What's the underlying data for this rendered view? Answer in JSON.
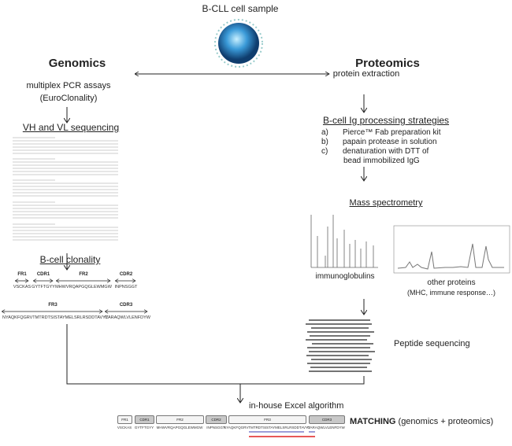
{
  "title": "B-CLL cell sample",
  "genomics": {
    "heading": "Genomics",
    "step1_line1": "multiplex PCR assays",
    "step1_line2": "(EuroClonality)",
    "step2": "VH and VL sequencing",
    "step3": "B-cell clonality",
    "regions_row1": [
      {
        "name": "FR1",
        "seq": "VSCKAS"
      },
      {
        "name": "CDR1",
        "seq": "GYTFTGYY"
      },
      {
        "name": "FR2",
        "seq": "MHWVRQAPGQGLEWMGW"
      },
      {
        "name": "CDR2",
        "seq": "INPNSGGT"
      }
    ],
    "regions_row2": [
      {
        "name": "FR3",
        "seq": "NYAQKFQGRVTMTRDTSISTAYMELSRLRSDDTAVYY"
      },
      {
        "name": "CDR3",
        "seq": "CARAQWLVLENFDYW"
      }
    ]
  },
  "proteomics": {
    "heading": "Proteomics",
    "step1": "protein extraction",
    "step2": "B-cell Ig processing strategies",
    "strategies": [
      {
        "marker": "a)",
        "text": "Pierce™ Fab preparation kit"
      },
      {
        "marker": "b)",
        "text": "papain protease in solution"
      },
      {
        "marker": "c)",
        "text": "denaturation with DTT of"
      }
    ],
    "strategy_c_line2": "bead immobilized IgG",
    "step3": "Mass spectrometry",
    "spectrum1_label": "immunoglobulins",
    "spectrum2_label_line1": "other proteins",
    "spectrum2_label_line2": "(MHC, immune response…)",
    "step4": "Peptide sequencing"
  },
  "algorithm": "in-house Excel algorithm",
  "matching": {
    "bold": "MATCHING",
    "rest": " (genomics + proteomics)",
    "boxes": [
      {
        "name": "FR1",
        "seq": "VSCKAS"
      },
      {
        "name": "CDR1",
        "seq": "GYTFTGYY"
      },
      {
        "name": "FR2",
        "seq": "MHWVRQAPGQGLEWMGW"
      },
      {
        "name": "CDR2",
        "seq": "INPNSGGT"
      },
      {
        "name": "FR3",
        "seq": "NYAQKFQGRVTMTRDTSISTAYMELSRLRSDDTAVYY"
      },
      {
        "name": "CDR3",
        "seq": "CARAQWLVLENFDYW"
      }
    ]
  },
  "colors": {
    "underline_blue": "#3b3bb0",
    "underline_red": "#e02020",
    "cell": "#2a7ab8"
  }
}
